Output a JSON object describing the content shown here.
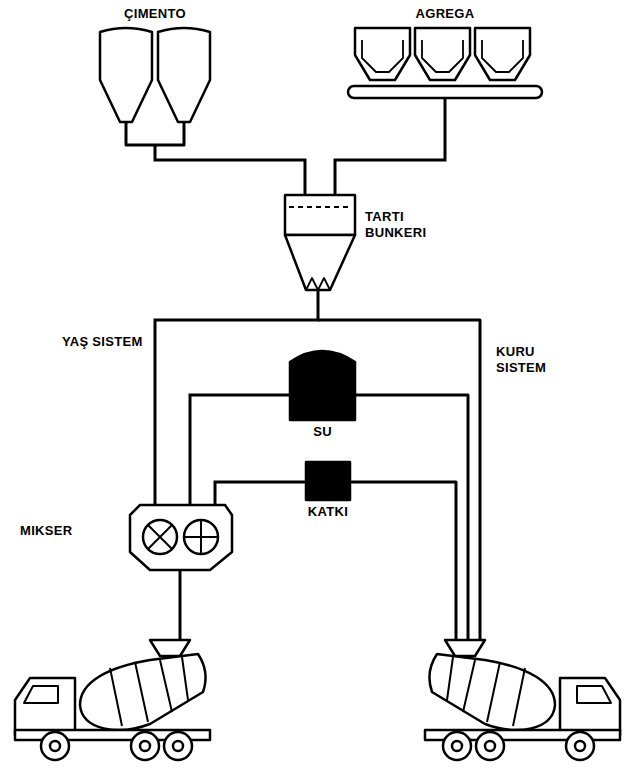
{
  "diagram": {
    "nodes": [
      {
        "text": [
          "ÇIMENTO"
        ]
      },
      {
        "text": [
          "AGREGA"
        ]
      },
      {
        "text": [
          "TARTI BUNKERI"
        ]
      },
      {
        "text": [
          "SU"
        ]
      },
      {
        "text": [
          "KATKI"
        ]
      },
      {
        "text": [
          "MIKSER"
        ]
      }
    ],
    "edges": [
      {
        "from": 0,
        "to": 2,
        "arrow": "none"
      },
      {
        "from": 1,
        "to": 2,
        "arrow": "none"
      },
      {
        "from": 2,
        "to": 5,
        "arrow": "none"
      },
      {
        "from": 3,
        "to": 5,
        "arrow": "none"
      },
      {
        "from": 4,
        "to": 5,
        "arrow": "none"
      }
    ],
    "labels": [
      "YAŞ SISTEM",
      "KURU SISTEM"
    ]
  }
}
